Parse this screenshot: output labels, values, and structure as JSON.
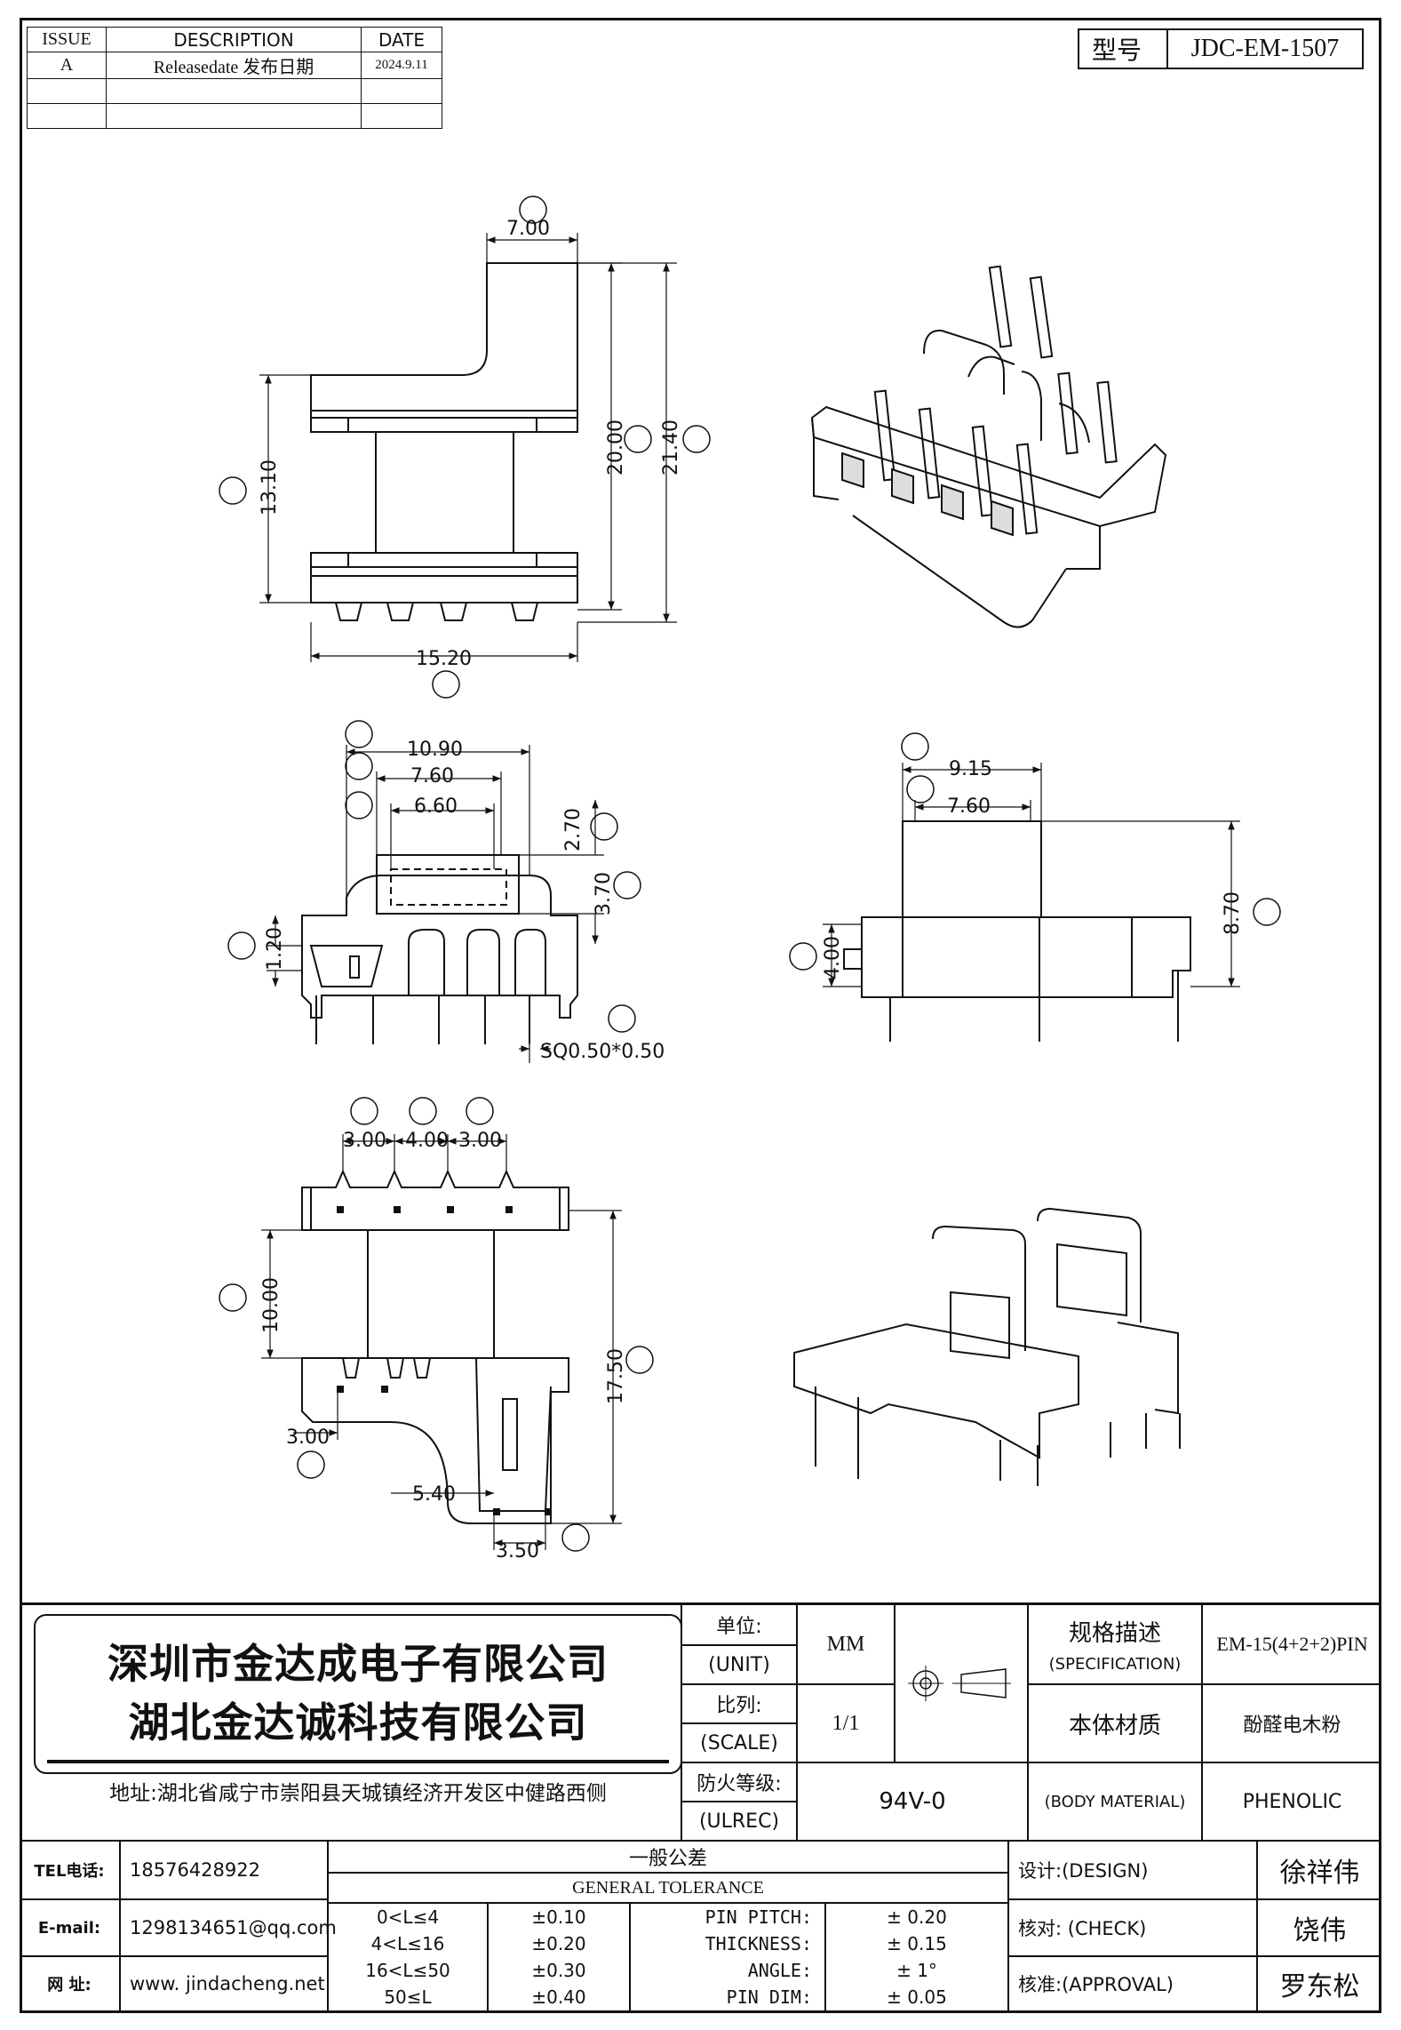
{
  "revision_table": {
    "headers": [
      "ISSUE",
      "DESCRIPTION",
      "DATE"
    ],
    "rows": [
      [
        "A",
        "Releasedate 发布日期",
        "2024.9.11"
      ],
      [
        "",
        "",
        ""
      ],
      [
        "",
        "",
        ""
      ]
    ]
  },
  "model": {
    "label": "型号",
    "value": "JDC-EM-1507"
  },
  "dimensions": {
    "A": "7.00",
    "B": "13.10",
    "C": "20.00",
    "D": "21.40",
    "E": "15.20",
    "F": "10.90",
    "G": "7.60",
    "H": "6.60",
    "J": "2.70",
    "K": "3.70",
    "I": "1.20",
    "L": "SQ0.50*0.50",
    "T": "9.15",
    "U": "7.60",
    "W": "8.70",
    "V": "4.00",
    "M": "3.00",
    "N": "4.00",
    "O": "3.00",
    "P": "10.00",
    "S": "17.50",
    "Q": "3.00",
    "X540": "5.40",
    "R": "3.50"
  },
  "title_block": {
    "company1": "深圳市金达成电子有限公司",
    "company2": "湖北金达诚科技有限公司",
    "address": "地址:湖北省咸宁市崇阳县天城镇经济开发区中健路西侧",
    "unit_label_cn": "单位:",
    "unit_label_en": "(UNIT)",
    "unit_value": "MM",
    "scale_label_cn": "比列:",
    "scale_label_en": "(SCALE)",
    "scale_value": "1/1",
    "ul_label_cn": "防火等级:",
    "ul_label_en": "(ULREC)",
    "ul_value": "94V-0",
    "spec_label_cn": "规格描述",
    "spec_label_en": "(SPECIFICATION)",
    "spec_value": "EM-15(4+2+2)PIN",
    "material_label_cn": "本体材质",
    "material_label_en": "(BODY MATERIAL)",
    "material_value_cn": "酚醛电木粉",
    "material_value_en": "PHENOLIC",
    "tel_label": "TEL电话:",
    "tel_value": "18576428922",
    "email_label": "E-mail:",
    "email_value": "1298134651@qq.com",
    "web_label": "网  址:",
    "web_value": "www. jindacheng.net",
    "tolerance_title_cn": "一般公差",
    "tolerance_title_en": "GENERAL TOLERANCE",
    "tolerance_ranges": [
      "0<L≤4",
      "4<L≤16",
      "16<L≤50",
      "50≤L"
    ],
    "tolerance_values": [
      "±0.10",
      "±0.20",
      "±0.30",
      "±0.40"
    ],
    "tolerance_items": [
      "PIN PITCH:",
      "THICKNESS:",
      "ANGLE:",
      "PIN DIM:"
    ],
    "tolerance_item_values": [
      "± 0.20",
      "± 0.15",
      "± 1°",
      "± 0.05"
    ],
    "design_label": "设计:(DESIGN)",
    "design_value": "徐祥伟",
    "check_label": "核对: (CHECK)",
    "check_value": "饶伟",
    "approval_label": "核准:(APPROVAL)",
    "approval_value": "罗东松"
  }
}
